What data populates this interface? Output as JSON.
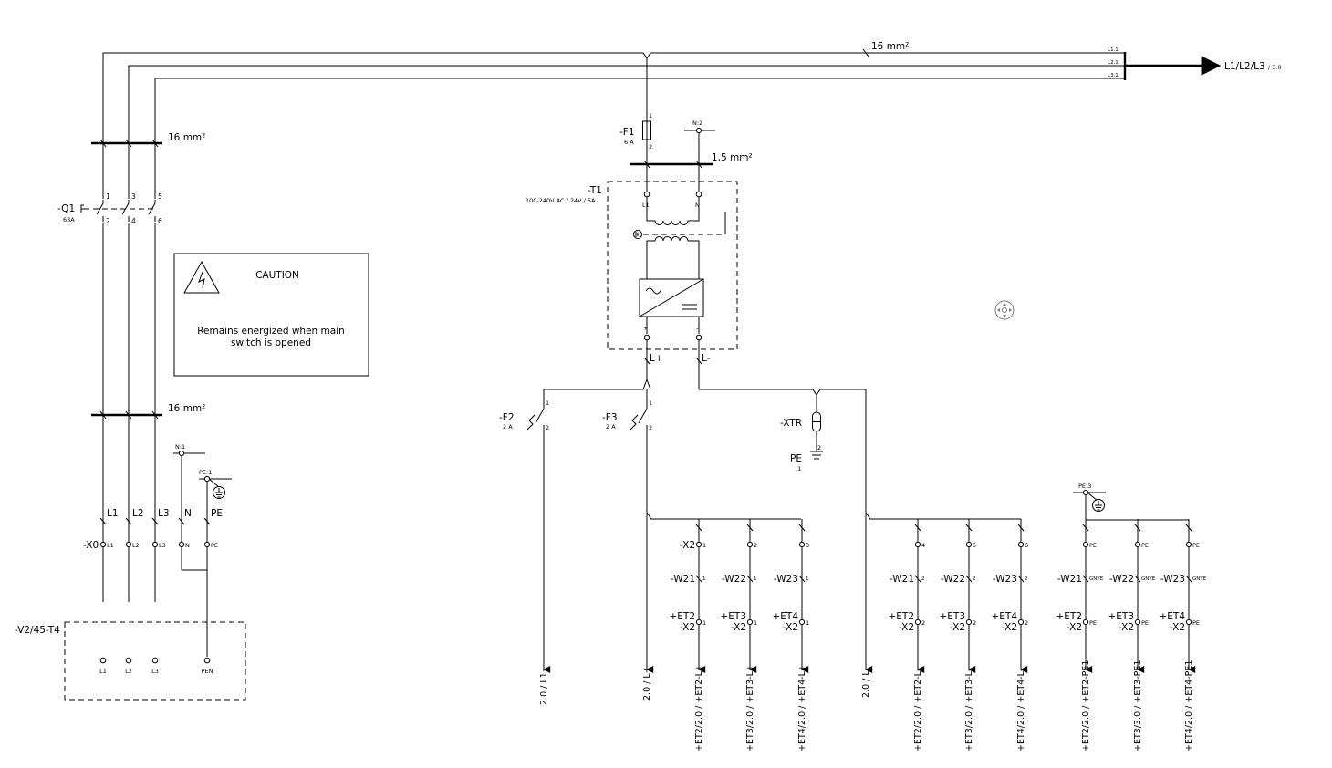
{
  "top": {
    "cross_section": "16 mm²",
    "l11": "L1.1",
    "l21": "L2.1",
    "l31": "L3.1",
    "feed_label": "L1/L2/L3",
    "feed_ref": "/ 3.0"
  },
  "main_switch": {
    "tag": "-Q1",
    "rating": "63A",
    "pins_top": [
      "1",
      "3",
      "5"
    ],
    "pins_bottom": [
      "2",
      "4",
      "6"
    ],
    "cross_section_top": "16 mm²",
    "cross_section_bottom": "16 mm²"
  },
  "caution": {
    "title": "CAUTION",
    "line1": "Remains energized when main",
    "line2": "switch is opened"
  },
  "fuse_f1": {
    "tag": "-F1",
    "rating": "6 A",
    "pin1": "1",
    "pin2": "2"
  },
  "n2": "N:2",
  "supply_cross_section": "1,5 mm²",
  "psu": {
    "tag": "-T1",
    "spec": "100-240V AC / 24V / 5A",
    "in_l": "L1",
    "in_n": "N",
    "out_plus": "+",
    "out_minus": "-",
    "wire_lplus": "L+",
    "wire_lminus": "L-"
  },
  "f2": {
    "tag": "-F2",
    "rating": "2 A",
    "pin1": "1",
    "pin2": "2"
  },
  "f3": {
    "tag": "-F3",
    "rating": "2 A",
    "pin1": "1",
    "pin2": "2"
  },
  "xtr": {
    "tag": "-XTR",
    "pin": "2",
    "pe": "PE",
    "pe_sub": ".1"
  },
  "n1": "N:1",
  "pe1": "PE:1",
  "pe3": "PE:3",
  "x0": {
    "tag": "-X0",
    "wires": [
      "L1",
      "L2",
      "L3",
      "N",
      "PE"
    ],
    "terms": [
      "L1",
      "L2",
      "L3",
      "N",
      "PE"
    ]
  },
  "v2": {
    "tag": "-V2/45-T4",
    "terms": [
      "L1",
      "L2",
      "L3",
      "PEN"
    ]
  },
  "outputs": {
    "l1plus": "2.0 / L1+",
    "lplus": "2.0 / L+",
    "lminus": "2.0 / L-"
  },
  "branches": [
    {
      "x2tag": "-X2",
      "x2pin": "1",
      "wtag": "-W21",
      "wpin": "1",
      "et": "+ET2",
      "etx": "-X2",
      "etpin": "1",
      "out": "+ET2/2.0 / +ET2-L+"
    },
    {
      "x2tag": "",
      "x2pin": "2",
      "wtag": "-W22",
      "wpin": "1",
      "et": "+ET3",
      "etx": "-X2",
      "etpin": "1",
      "out": "+ET3/2.0 / +ET3-L+"
    },
    {
      "x2tag": "",
      "x2pin": "3",
      "wtag": "-W23",
      "wpin": "1",
      "et": "+ET4",
      "etx": "-X2",
      "etpin": "1",
      "out": "+ET4/2.0 / +ET4-L+"
    },
    {
      "x2tag": "",
      "x2pin": "4",
      "wtag": "-W21",
      "wpin": "2",
      "et": "+ET2",
      "etx": "-X2",
      "etpin": "2",
      "out": "+ET2/2.0 / +ET2-L-"
    },
    {
      "x2tag": "",
      "x2pin": "5",
      "wtag": "-W22",
      "wpin": "2",
      "et": "+ET3",
      "etx": "-X2",
      "etpin": "2",
      "out": "+ET3/2.0 / +ET3-L-"
    },
    {
      "x2tag": "",
      "x2pin": "6",
      "wtag": "-W23",
      "wpin": "2",
      "et": "+ET4",
      "etx": "-X2",
      "etpin": "2",
      "out": "+ET4/2.0 / +ET4-L-"
    },
    {
      "x2tag": "",
      "x2pin": "PE",
      "wtag": "-W21",
      "wpin": "GNYE",
      "et": "+ET2",
      "etx": "-X2",
      "etpin": "PE",
      "out": "+ET2/2.0 / +ET2-PE1"
    },
    {
      "x2tag": "",
      "x2pin": "PE",
      "wtag": "-W22",
      "wpin": "GNYE",
      "et": "+ET3",
      "etx": "-X2",
      "etpin": "PE",
      "out": "+ET3/3.0 / +ET3-PE1"
    },
    {
      "x2tag": "",
      "x2pin": "PE",
      "wtag": "-W23",
      "wpin": "GNYE",
      "et": "+ET4",
      "etx": "-X2",
      "etpin": "PE",
      "out": "+ET4/2.0 / +ET4-PE1"
    }
  ]
}
